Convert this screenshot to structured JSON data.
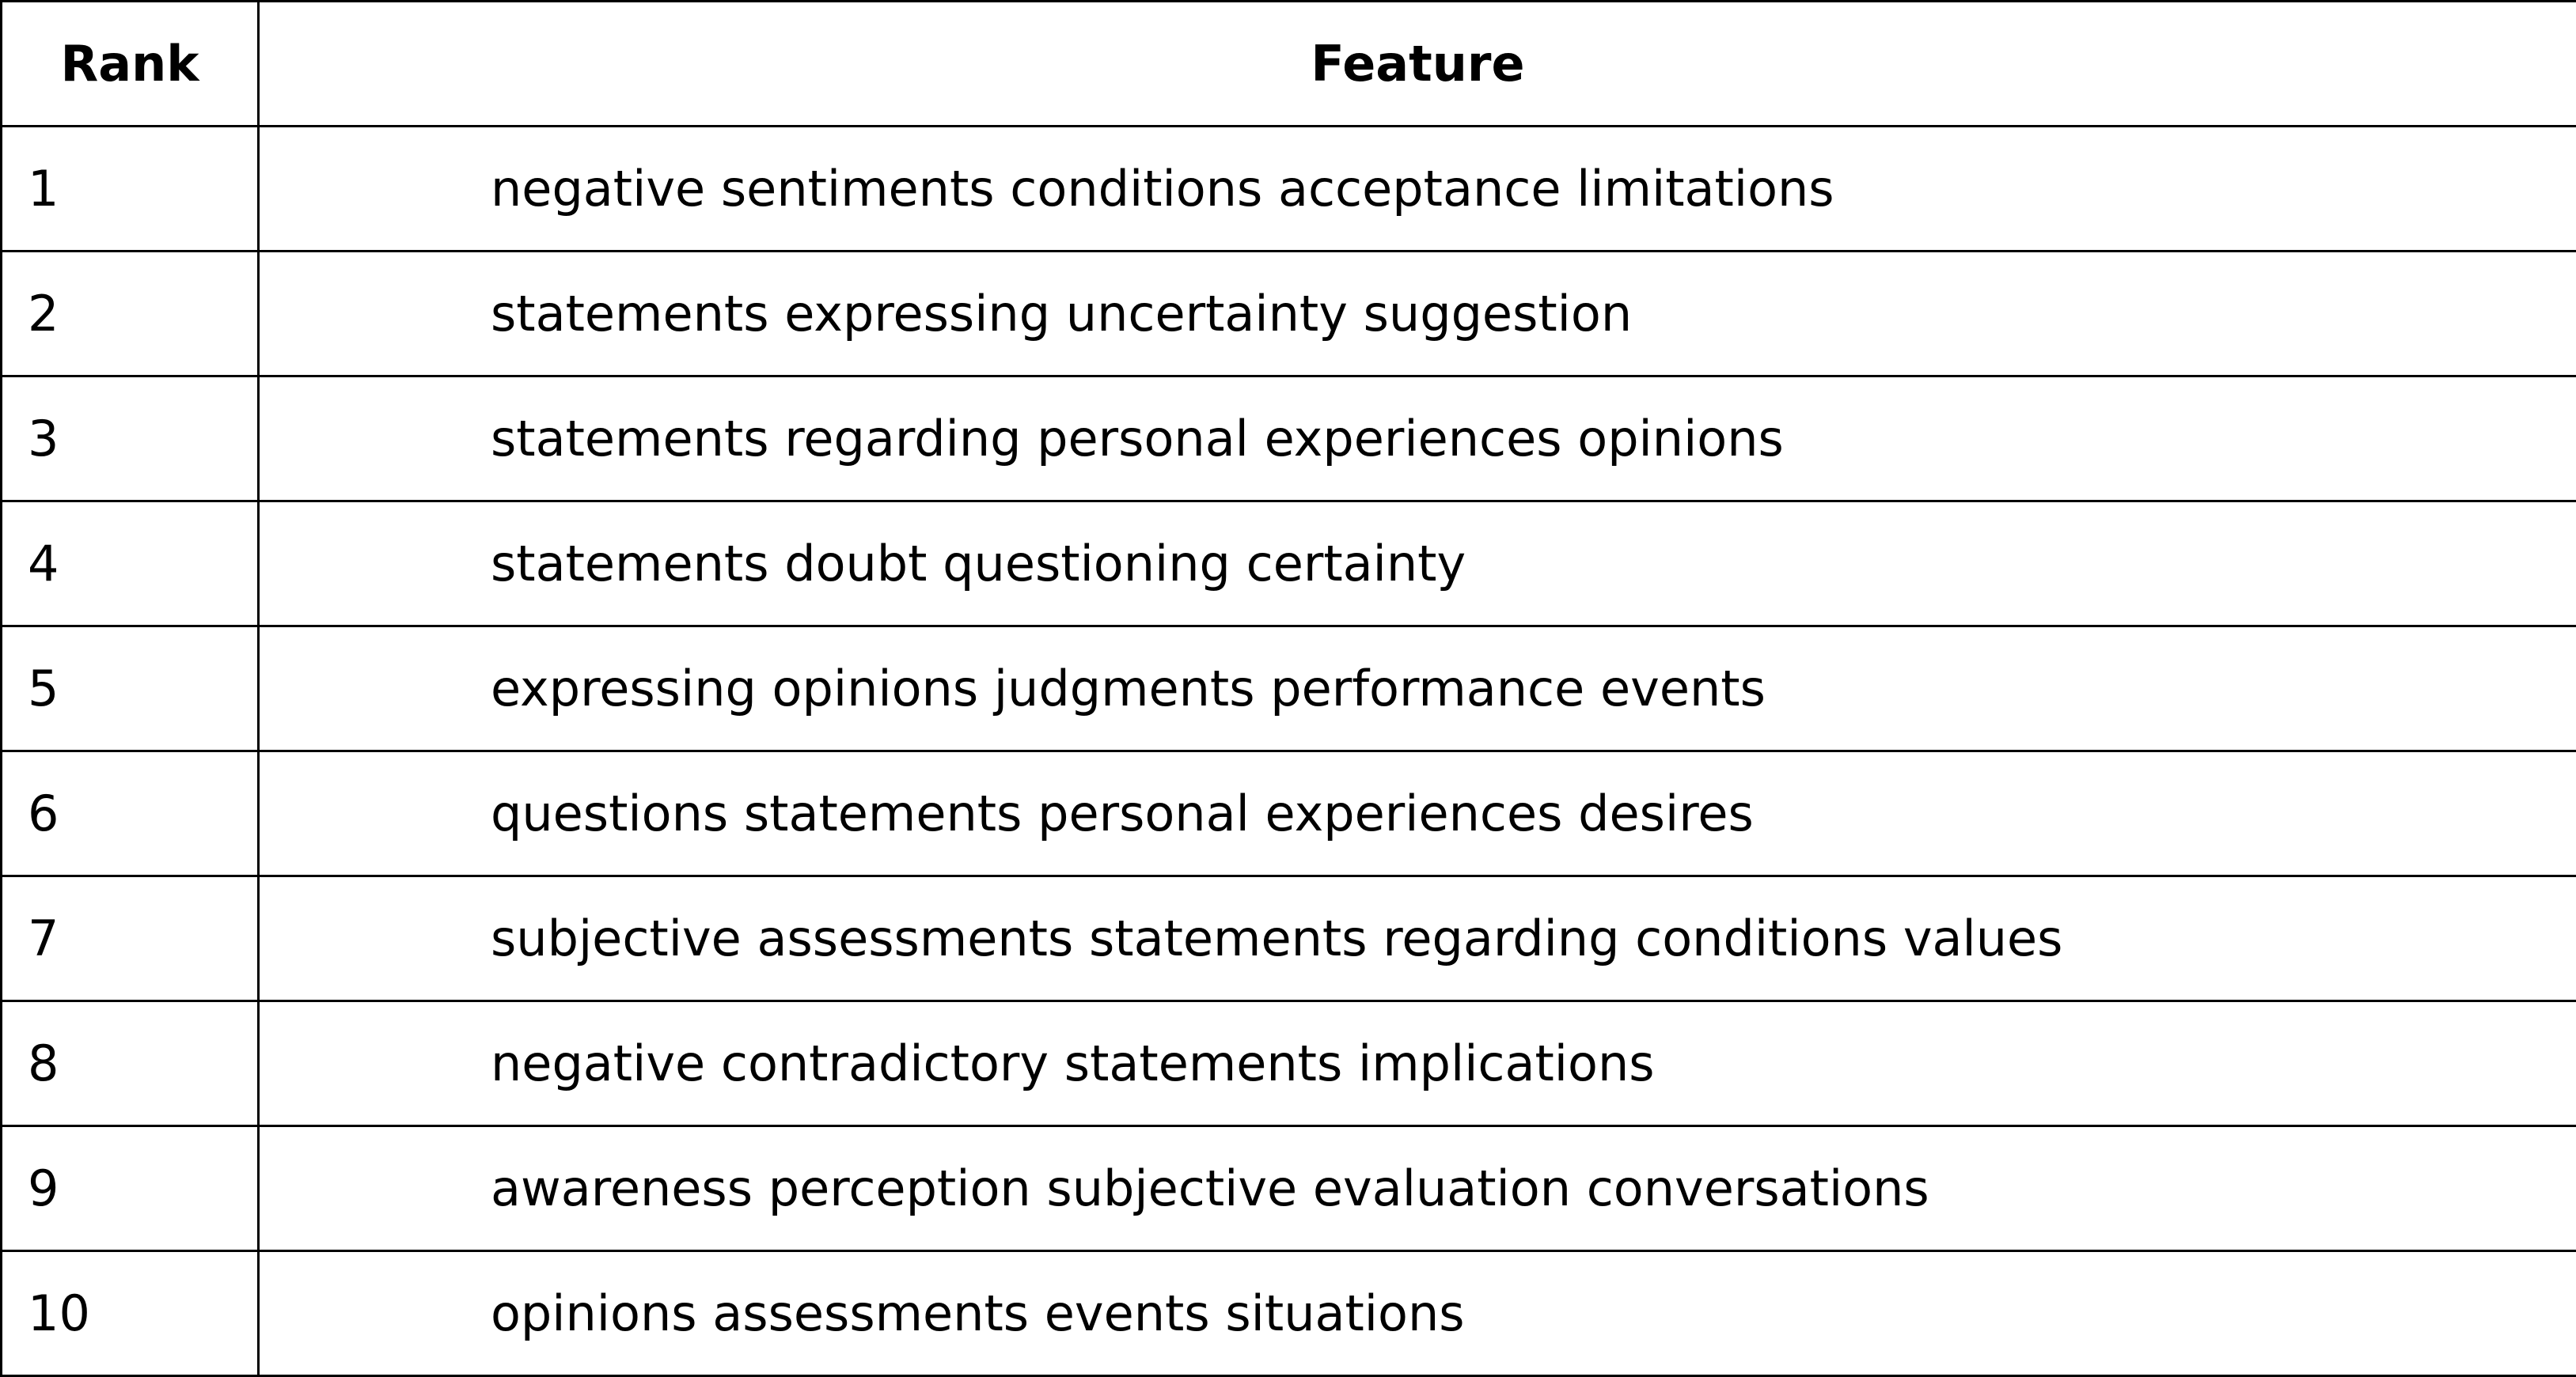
{
  "table": {
    "headers": {
      "rank": "Rank",
      "feature": "Feature"
    },
    "rows": [
      {
        "rank": "1",
        "feature": "negative sentiments conditions acceptance limitations"
      },
      {
        "rank": "2",
        "feature": "statements expressing uncertainty suggestion"
      },
      {
        "rank": "3",
        "feature": "statements regarding personal experiences opinions"
      },
      {
        "rank": "4",
        "feature": "statements doubt questioning certainty"
      },
      {
        "rank": "5",
        "feature": "expressing opinions judgments performance events"
      },
      {
        "rank": "6",
        "feature": "questions statements personal experiences desires"
      },
      {
        "rank": "7",
        "feature": "subjective assessments statements regarding conditions values"
      },
      {
        "rank": "8",
        "feature": "negative contradictory statements implications"
      },
      {
        "rank": "9",
        "feature": "awareness perception subjective evaluation conversations"
      },
      {
        "rank": "10",
        "feature": "opinions assessments events situations"
      }
    ]
  }
}
